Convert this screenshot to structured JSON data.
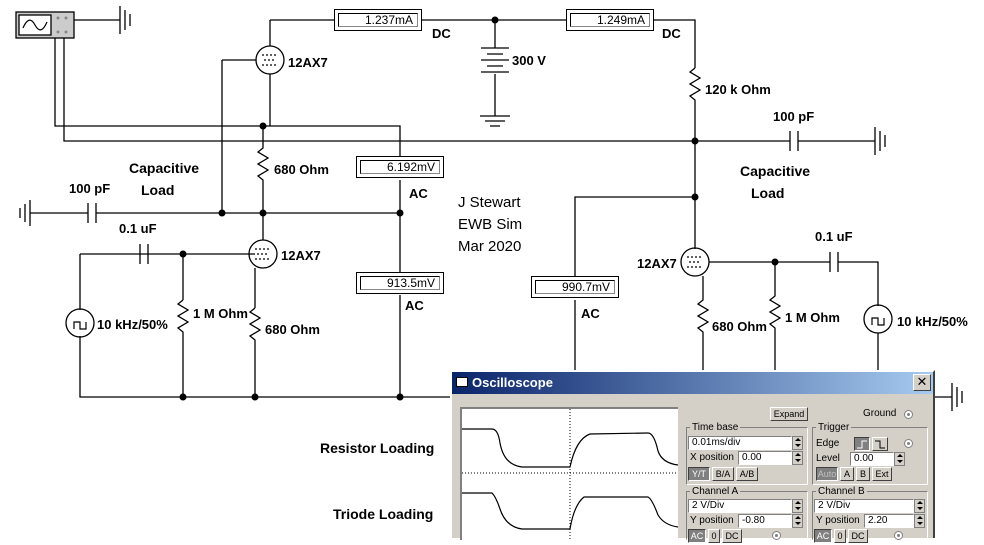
{
  "meters": {
    "dc_left": "1.237mA",
    "dc_right": "1.249mA",
    "ac_top": "6.192mV",
    "ac_mid": "913.5mV",
    "ac_right": "990.7mV"
  },
  "labels": {
    "dc_left": "DC",
    "dc_right": "DC",
    "ac_top": "AC",
    "ac_mid": "AC",
    "ac_right": "AC",
    "supply": "300 V",
    "r_plate_right": "120 k Ohm",
    "r_680_top": "680  Ohm",
    "r_680_left": "680  Ohm",
    "r_680_right": "680  Ohm",
    "r_1m_left": "1 M Ohm",
    "r_1m_right": "1 M Ohm",
    "tube_top": "12AX7",
    "tube_left": "12AX7",
    "tube_right": "12AX7",
    "cap_100pf_left": "100 pF",
    "cap_100pf_right": "100 pF",
    "cap_01uf_left": "0.1 uF",
    "cap_01uf_right": "0.1 uF",
    "source_left": "10 kHz/50%",
    "source_right": "10 kHz/50%",
    "capload_left_1": "Capacitive",
    "capload_left_2": "Load",
    "capload_right_1": "Capacitive",
    "capload_right_2": "Load",
    "author_1": "J Stewart",
    "author_2": "EWB Sim",
    "author_3": "Mar 2020",
    "resistor_loading": "Resistor Loading",
    "triode_loading": "Triode Loading"
  },
  "oscilloscope": {
    "title": "Oscilloscope",
    "close": "✕",
    "expand": "Expand",
    "ground": "Ground",
    "timebase": {
      "label": "Time base",
      "value": "0.01ms/div",
      "xpos_label": "X position",
      "xpos_value": "0.00",
      "modes": [
        "Y/T",
        "B/A",
        "A/B"
      ]
    },
    "trigger": {
      "label": "Trigger",
      "edge_label": "Edge",
      "level_label": "Level",
      "level_value": "0.00",
      "sources": [
        "Auto",
        "A",
        "B",
        "Ext"
      ]
    },
    "channel_a": {
      "label": "Channel A",
      "value": "2  V/Div",
      "ypos_label": "Y position",
      "ypos_value": "-0.80",
      "coupling": [
        "AC",
        "0",
        "DC"
      ]
    },
    "channel_b": {
      "label": "Channel B",
      "value": "2  V/Div",
      "ypos_label": "Y position",
      "ypos_value": "2.20",
      "coupling": [
        "AC",
        "0",
        "DC"
      ]
    }
  }
}
